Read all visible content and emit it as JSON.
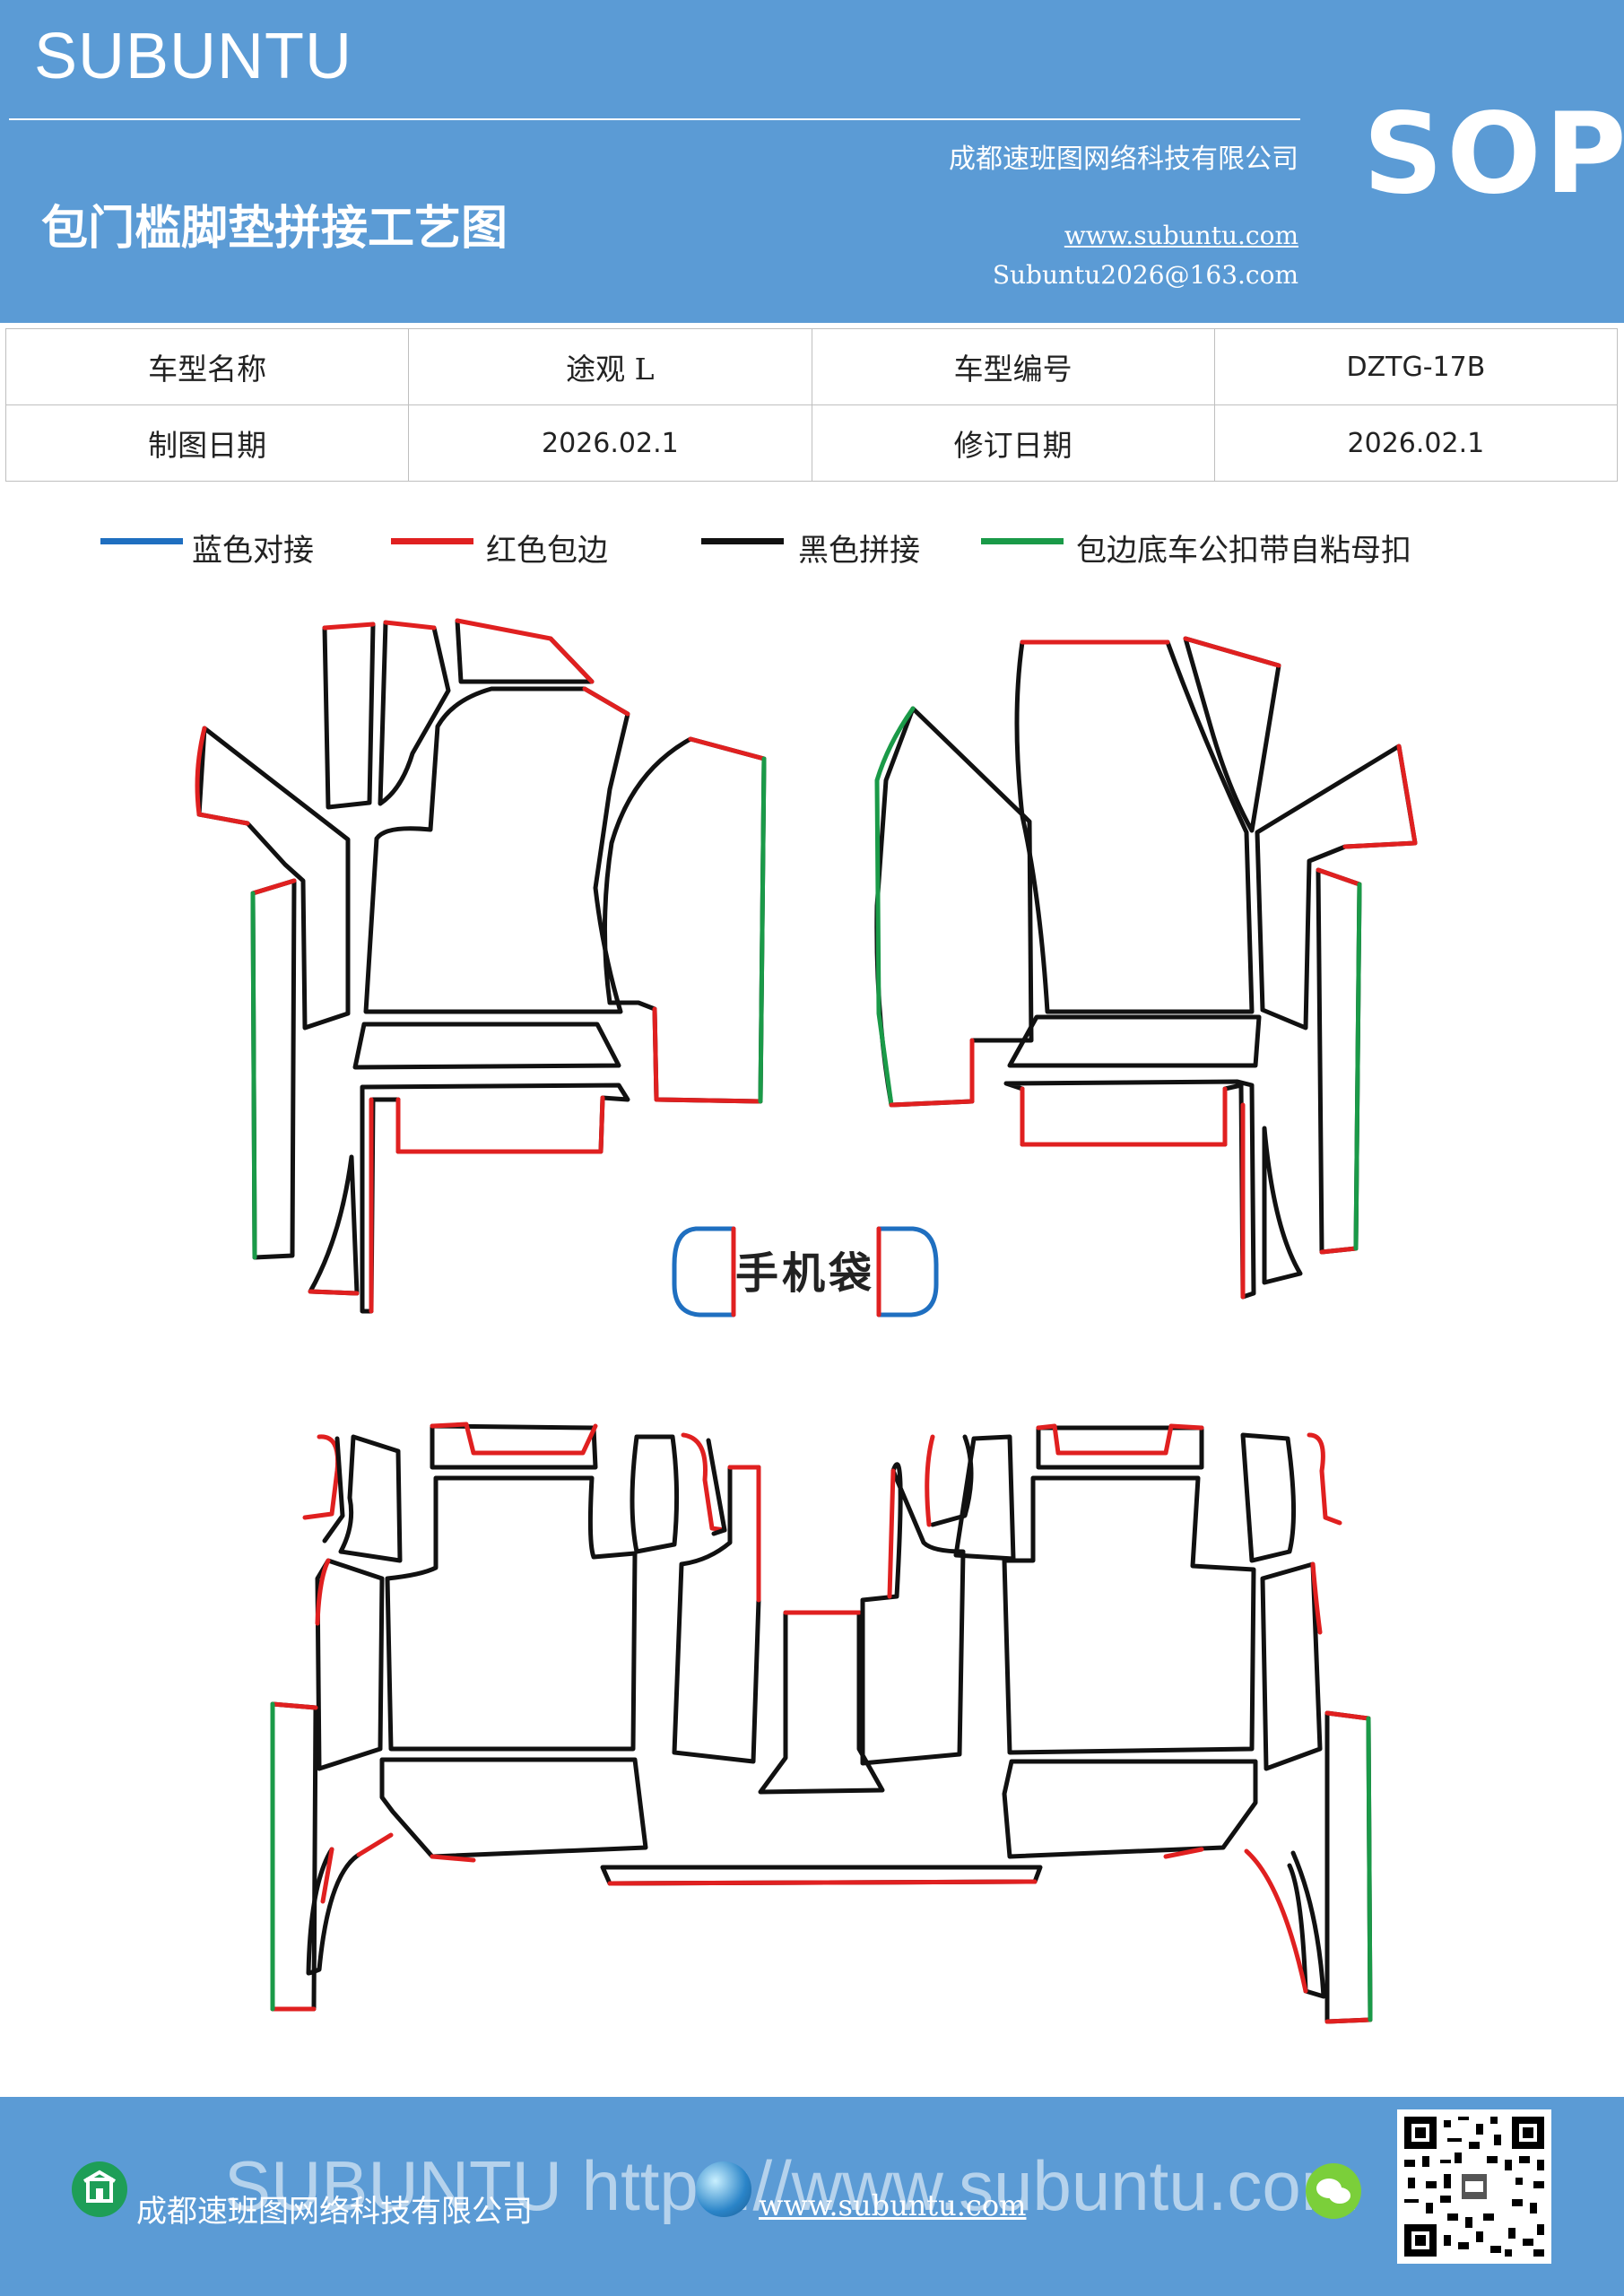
{
  "header": {
    "brand": "SUBUNTU",
    "title": "包门槛脚垫拼接工艺图",
    "company": "成都速班图网络科技有限公司",
    "website": "www.subuntu.com",
    "email": "Subuntu2026@163.com",
    "badge": "SOP"
  },
  "info_table": {
    "rows": [
      [
        "车型名称",
        "途观 L",
        "车型编号",
        "DZTG-17B"
      ],
      [
        "制图日期",
        "2026.02.1",
        "修订日期",
        "2026.02.1"
      ]
    ]
  },
  "legend": [
    {
      "label": "蓝色对接",
      "color": "#1f6fc0"
    },
    {
      "label": "红色包边",
      "color": "#e02020"
    },
    {
      "label": "黑色拼接",
      "color": "#111111"
    },
    {
      "label": "包边底车公扣带自粘母扣",
      "color": "#1a9a48"
    }
  ],
  "phone_pocket_label": "手机袋",
  "footer": {
    "company": "成都速班图网络科技有限公司",
    "website": "www.subuntu.com",
    "watermark": "SUBUNTU https://www.subuntu.com",
    "company_icon": "building-icon",
    "web_icon": "globe-icon",
    "chat_icon": "wechat-icon"
  }
}
